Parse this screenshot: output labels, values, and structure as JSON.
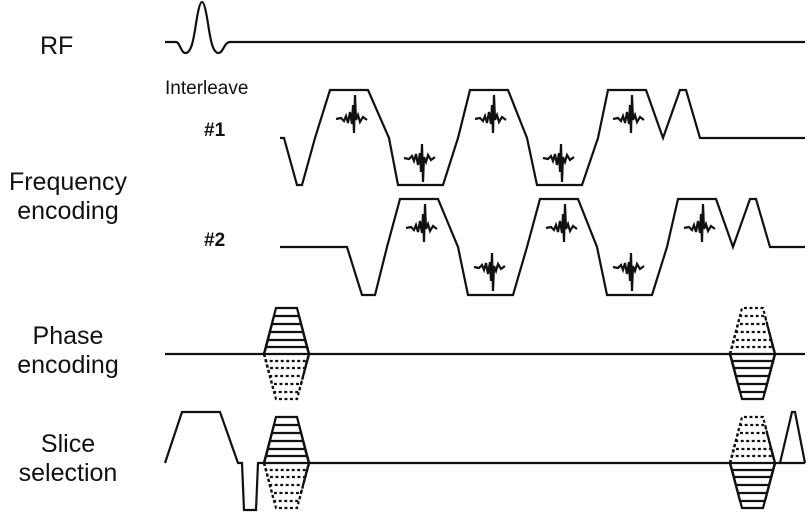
{
  "labels": {
    "rf": "RF",
    "interleave": "Interleave",
    "interleave_1": "#1",
    "interleave_2": "#2",
    "frequency": "Frequency",
    "encoding_freq": "encoding",
    "phase": "Phase",
    "encoding_phase": "encoding",
    "slice": "Slice",
    "selection": "selection"
  },
  "colors": {
    "stroke": "#111111",
    "background": "#ffffff"
  }
}
